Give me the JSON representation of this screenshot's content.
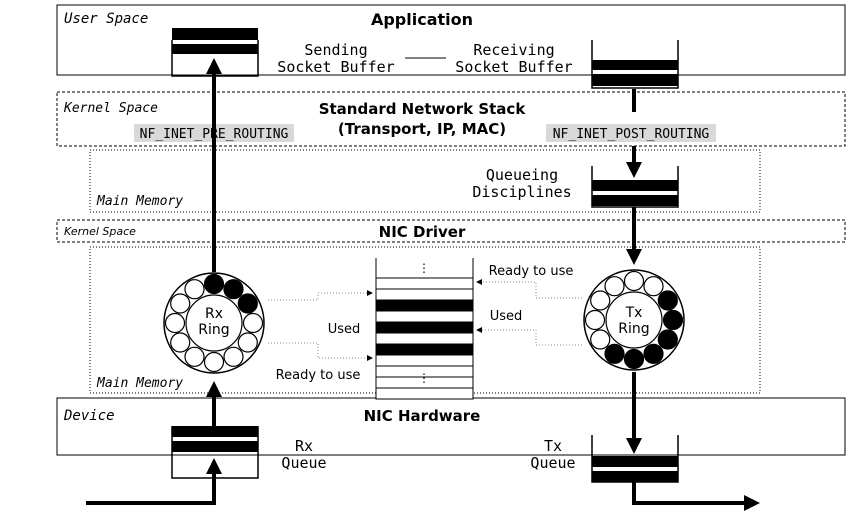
{
  "layers": {
    "user_space": {
      "region": "User Space",
      "title": "Application"
    },
    "kernel_space_stack": {
      "region": "Kernel Space",
      "title_line1": "Standard Network Stack",
      "title_line2": "(Transport, IP, MAC)"
    },
    "main_memory_qdisc": {
      "region": "Main Memory"
    },
    "kernel_space_driver": {
      "region": "Kernel Space",
      "title": "NIC Driver"
    },
    "main_memory_rings": {
      "region": "Main Memory"
    },
    "device": {
      "region": "Device",
      "title": "NIC Hardware"
    }
  },
  "socket_buffers": {
    "sending": {
      "line1": "Sending",
      "line2": "Socket Buffer"
    },
    "receiving": {
      "line1": "Receiving",
      "line2": "Socket Buffer"
    }
  },
  "hooks": {
    "pre_routing": "NF_INET_PRE_ROUTING",
    "post_routing": "NF_INET_POST_ROUTING"
  },
  "qdisc": {
    "line1": "Queueing",
    "line2": "Disciplines"
  },
  "rings": {
    "rx": {
      "line1": "Rx",
      "line2": "Ring"
    },
    "tx": {
      "line1": "Tx",
      "line2": "Ring"
    }
  },
  "descriptor_labels": {
    "rx_used": "Used",
    "rx_ready": "Ready to use",
    "tx_ready": "Ready to use",
    "tx_used": "Used",
    "ellipsis_top": "⋮",
    "ellipsis_bottom": "⋮"
  },
  "nic_queues": {
    "rx": {
      "line1": "Rx",
      "line2": "Queue"
    },
    "tx": {
      "line1": "Tx",
      "line2": "Queue"
    }
  },
  "colors": {
    "stroke": "#000000",
    "hook_bg": "#d9d9d9",
    "dotted_arrow": "#888888"
  },
  "icons": [
    "arrow-up-icon",
    "arrow-down-icon",
    "arrow-right-icon"
  ]
}
